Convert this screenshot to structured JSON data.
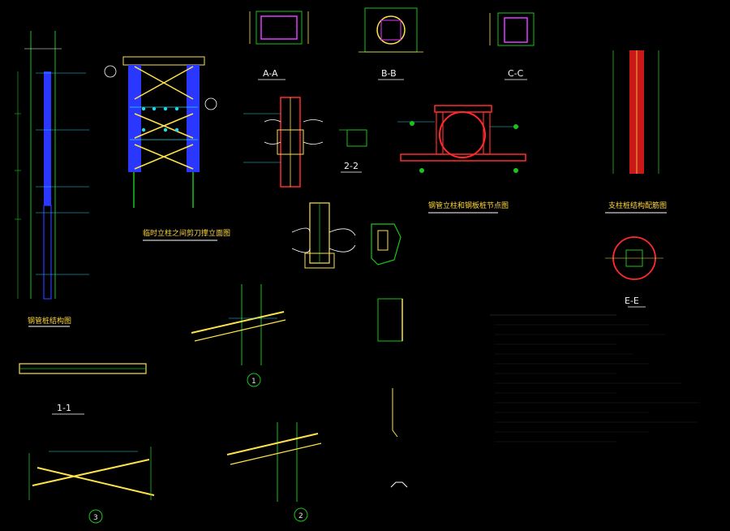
{
  "section_labels": {
    "aa": "A-A",
    "bb": "B-B",
    "cc": "C-C",
    "ee": "E-E",
    "two_two": "2-2",
    "one_one": "1-1"
  },
  "detail_circles": {
    "one": "1",
    "two": "2",
    "three": "3"
  },
  "colors": {
    "background": "#000000",
    "green": "#19c519",
    "yellow": "#ffe14a",
    "blue": "#2a38ff",
    "red": "#ff2b2b",
    "cyan": "#25d7e8",
    "magenta": "#e03cff",
    "white": "#ffffff"
  }
}
